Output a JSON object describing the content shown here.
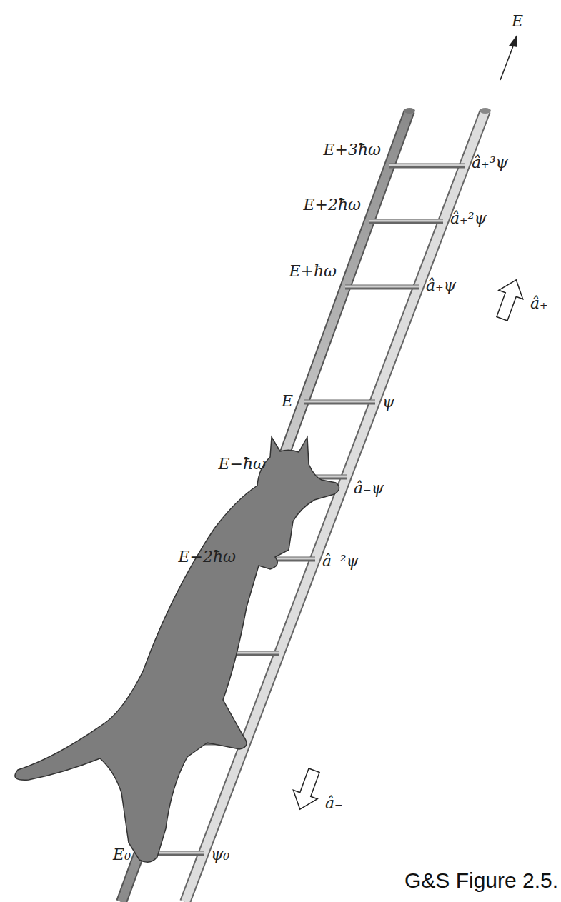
{
  "diagram": {
    "caption": "G&S Figure 2.5.",
    "labels": [
      "E",
      "E+3ħω",
      "â₊³ψ",
      "E+2ħω",
      "â₊²ψ",
      "E+ħω",
      "â₊ψ",
      "â₊",
      "E",
      "ψ",
      "E−ħω",
      "â₋ψ",
      "E−2ħω",
      "â₋²ψ",
      "â₋",
      "E₀",
      "ψ₀"
    ]
  }
}
